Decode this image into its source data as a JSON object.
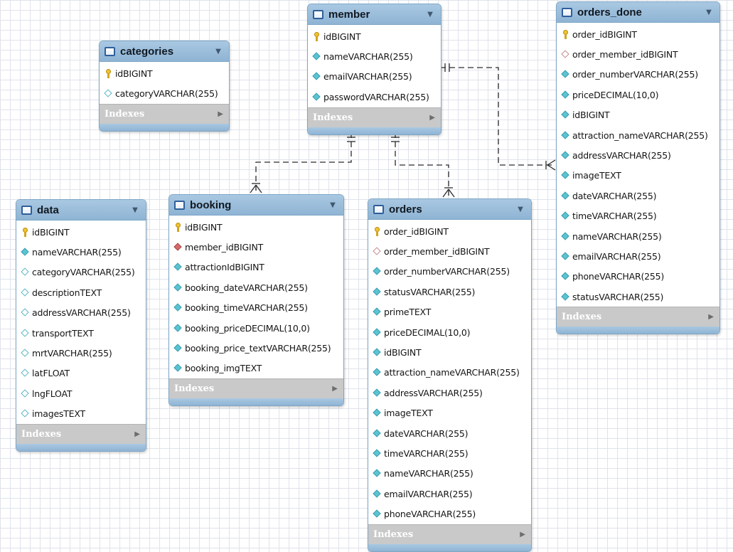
{
  "indexes_label": "Indexes",
  "tables": {
    "categories": {
      "name": "categories",
      "columns": [
        {
          "icon": "key",
          "name": "id",
          "type": "BIGINT"
        },
        {
          "icon": "dia-o",
          "name": "category",
          "type": "VARCHAR(255)"
        }
      ]
    },
    "member": {
      "name": "member",
      "columns": [
        {
          "icon": "key",
          "name": "id",
          "type": "BIGINT"
        },
        {
          "icon": "dia",
          "name": "name",
          "type": "VARCHAR(255)"
        },
        {
          "icon": "dia",
          "name": "email",
          "type": "VARCHAR(255)"
        },
        {
          "icon": "dia",
          "name": "password",
          "type": "VARCHAR(255)"
        }
      ]
    },
    "orders_done": {
      "name": "orders_done",
      "columns": [
        {
          "icon": "key",
          "name": "order_id",
          "type": "BIGINT"
        },
        {
          "icon": "fk-o",
          "name": "order_member_id",
          "type": "BIGINT"
        },
        {
          "icon": "dia",
          "name": "order_number",
          "type": "VARCHAR(255)"
        },
        {
          "icon": "dia",
          "name": "price",
          "type": "DECIMAL(10,0)"
        },
        {
          "icon": "dia",
          "name": "id",
          "type": "BIGINT"
        },
        {
          "icon": "dia",
          "name": "attraction_name",
          "type": "VARCHAR(255)"
        },
        {
          "icon": "dia",
          "name": "address",
          "type": "VARCHAR(255)"
        },
        {
          "icon": "dia",
          "name": "image",
          "type": "TEXT"
        },
        {
          "icon": "dia",
          "name": "date",
          "type": "VARCHAR(255)"
        },
        {
          "icon": "dia",
          "name": "time",
          "type": "VARCHAR(255)"
        },
        {
          "icon": "dia",
          "name": "name",
          "type": "VARCHAR(255)"
        },
        {
          "icon": "dia",
          "name": "email",
          "type": "VARCHAR(255)"
        },
        {
          "icon": "dia",
          "name": "phone",
          "type": "VARCHAR(255)"
        },
        {
          "icon": "dia",
          "name": "status",
          "type": "VARCHAR(255)"
        }
      ]
    },
    "data": {
      "name": "data",
      "columns": [
        {
          "icon": "key",
          "name": "id",
          "type": "BIGINT"
        },
        {
          "icon": "dia",
          "name": "name",
          "type": "VARCHAR(255)"
        },
        {
          "icon": "dia-o",
          "name": "category",
          "type": "VARCHAR(255)"
        },
        {
          "icon": "dia-o",
          "name": "description",
          "type": "TEXT"
        },
        {
          "icon": "dia-o",
          "name": "address",
          "type": "VARCHAR(255)"
        },
        {
          "icon": "dia-o",
          "name": "transport",
          "type": "TEXT"
        },
        {
          "icon": "dia-o",
          "name": "mrt",
          "type": "VARCHAR(255)"
        },
        {
          "icon": "dia-o",
          "name": "lat",
          "type": "FLOAT"
        },
        {
          "icon": "dia-o",
          "name": "lng",
          "type": "FLOAT"
        },
        {
          "icon": "dia-o",
          "name": "images",
          "type": "TEXT"
        }
      ]
    },
    "booking": {
      "name": "booking",
      "columns": [
        {
          "icon": "key",
          "name": "id",
          "type": "BIGINT"
        },
        {
          "icon": "fk",
          "name": "member_id",
          "type": "BIGINT"
        },
        {
          "icon": "dia",
          "name": "attractionId",
          "type": "BIGINT"
        },
        {
          "icon": "dia",
          "name": "booking_date",
          "type": "VARCHAR(255)"
        },
        {
          "icon": "dia",
          "name": "booking_time",
          "type": "VARCHAR(255)"
        },
        {
          "icon": "dia",
          "name": "booking_price",
          "type": "DECIMAL(10,0)"
        },
        {
          "icon": "dia",
          "name": "booking_price_text",
          "type": "VARCHAR(255)"
        },
        {
          "icon": "dia",
          "name": "booking_img",
          "type": "TEXT"
        }
      ]
    },
    "orders": {
      "name": "orders",
      "columns": [
        {
          "icon": "key",
          "name": "order_id",
          "type": "BIGINT"
        },
        {
          "icon": "fk-o",
          "name": "order_member_id",
          "type": "BIGINT"
        },
        {
          "icon": "dia",
          "name": "order_number",
          "type": "VARCHAR(255)"
        },
        {
          "icon": "dia",
          "name": "status",
          "type": "VARCHAR(255)"
        },
        {
          "icon": "dia",
          "name": "prime",
          "type": "TEXT"
        },
        {
          "icon": "dia",
          "name": "price",
          "type": "DECIMAL(10,0)"
        },
        {
          "icon": "dia",
          "name": "id",
          "type": "BIGINT"
        },
        {
          "icon": "dia",
          "name": "attraction_name",
          "type": "VARCHAR(255)"
        },
        {
          "icon": "dia",
          "name": "address",
          "type": "VARCHAR(255)"
        },
        {
          "icon": "dia",
          "name": "image",
          "type": "TEXT"
        },
        {
          "icon": "dia",
          "name": "date",
          "type": "VARCHAR(255)"
        },
        {
          "icon": "dia",
          "name": "time",
          "type": "VARCHAR(255)"
        },
        {
          "icon": "dia",
          "name": "name",
          "type": "VARCHAR(255)"
        },
        {
          "icon": "dia",
          "name": "email",
          "type": "VARCHAR(255)"
        },
        {
          "icon": "dia",
          "name": "phone",
          "type": "VARCHAR(255)"
        }
      ]
    }
  },
  "relationships": [
    {
      "from": "member",
      "to": "booking",
      "cardinality": "one-to-many"
    },
    {
      "from": "member",
      "to": "orders",
      "cardinality": "one-to-many"
    },
    {
      "from": "member",
      "to": "orders_done",
      "cardinality": "one-to-many"
    }
  ]
}
